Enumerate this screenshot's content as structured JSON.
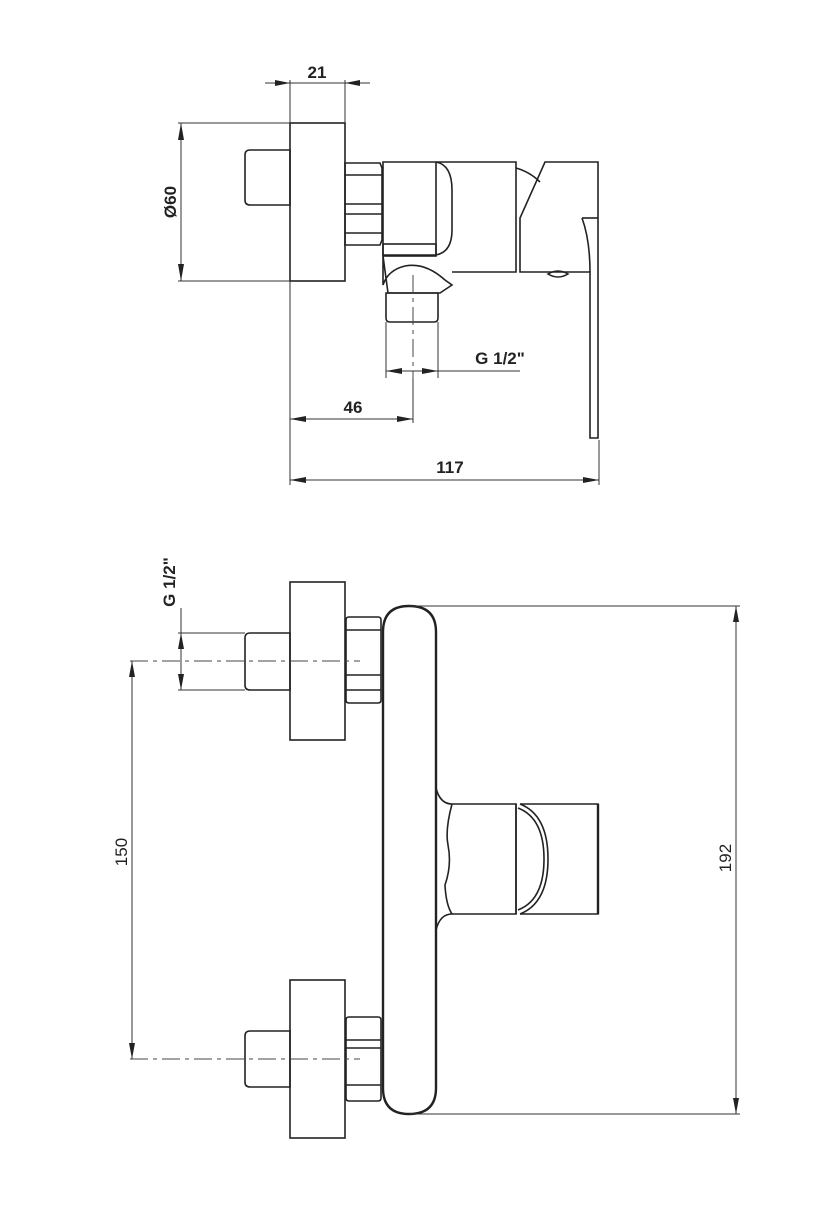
{
  "drawing": {
    "subject": "wall-mounted shower mixer",
    "side_view": {
      "dimensions": {
        "flange_depth": "21",
        "flange_diameter": "Ø60",
        "outlet_thread": "G 1/2\"",
        "outlet_offset": "46",
        "total_depth": "117"
      }
    },
    "front_view": {
      "dimensions": {
        "inlet_thread": "G 1/2\"",
        "inlet_spacing": "150",
        "body_height": "192"
      }
    },
    "colors": {
      "line": "#222222",
      "background": "#ffffff"
    }
  }
}
